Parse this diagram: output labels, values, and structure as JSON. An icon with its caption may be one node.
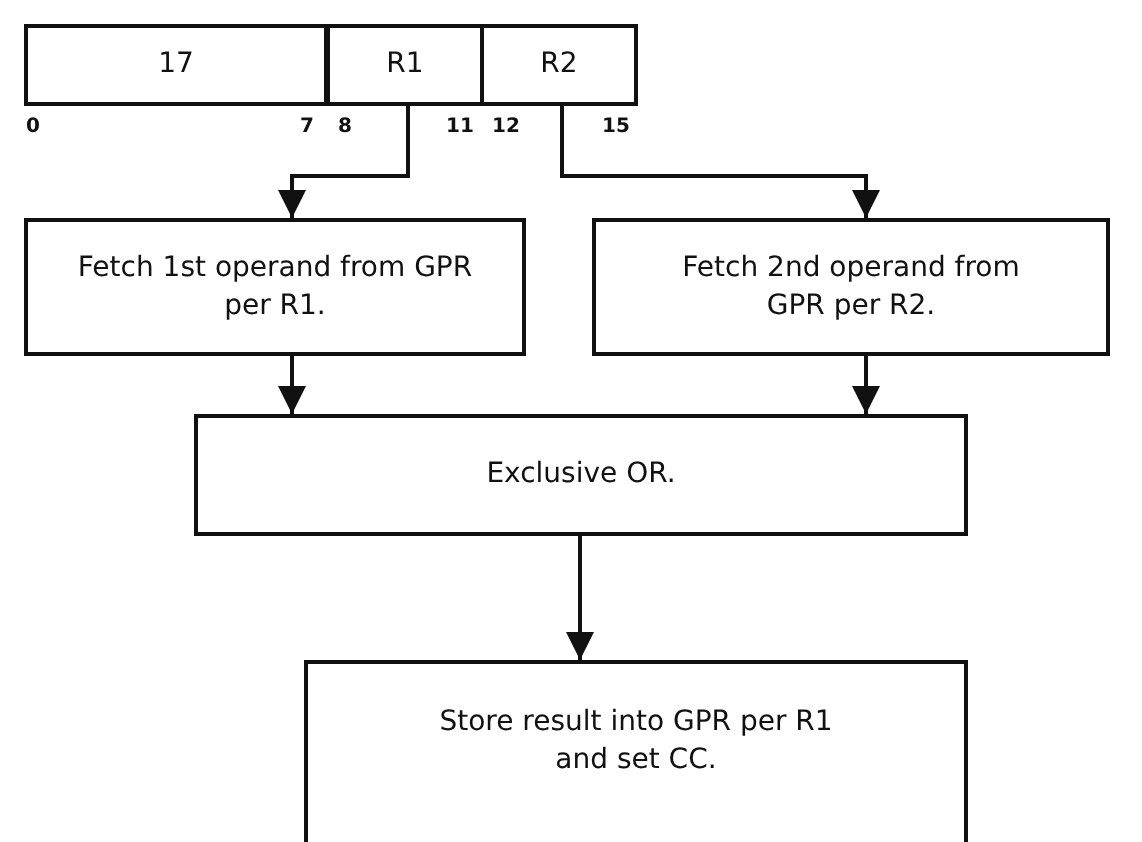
{
  "diagram": {
    "nodes": [
      {
        "text": [
          "17"
        ]
      },
      {
        "text": [
          "R1"
        ]
      },
      {
        "text": [
          "R2"
        ]
      },
      {
        "text": [
          "Fetch 1st operand from GPR per R1."
        ]
      },
      {
        "text": [
          "Fetch 2nd operand from GPR per R2."
        ]
      },
      {
        "text": [
          "Exclusive OR."
        ]
      },
      {
        "text": [
          "Store result into GPR per R1 and set CC."
        ]
      }
    ],
    "edges": [
      {
        "from": 1,
        "to": 3,
        "arrow": "to"
      },
      {
        "from": 2,
        "to": 4,
        "arrow": "to"
      },
      {
        "from": 3,
        "to": 5,
        "arrow": "to"
      },
      {
        "from": 4,
        "to": 5,
        "arrow": "to"
      },
      {
        "from": 5,
        "to": 6,
        "arrow": "to"
      }
    ],
    "labels": [
      "0",
      "7",
      "8",
      "11",
      "12",
      "15"
    ]
  }
}
